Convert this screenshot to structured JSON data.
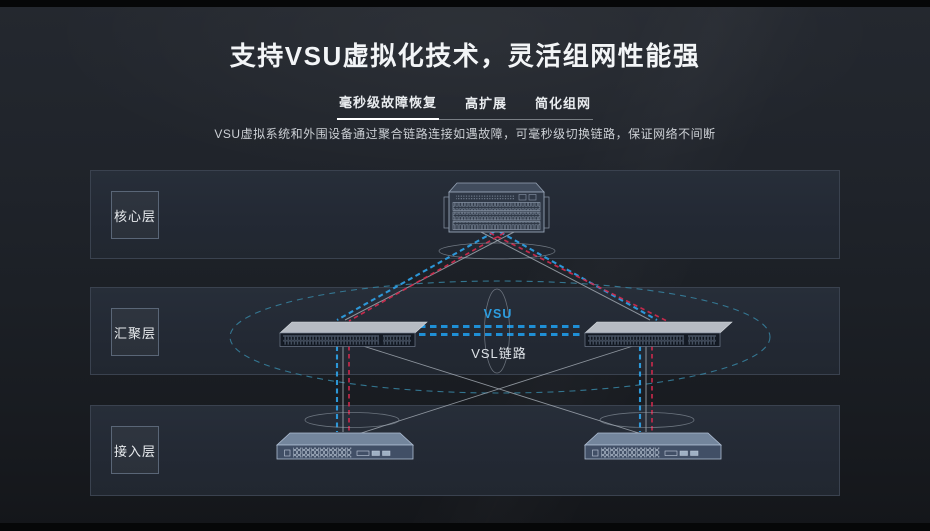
{
  "header": {
    "title": "支持VSU虚拟化技术，灵活组网性能强",
    "tabs": [
      {
        "label": "毫秒级故障恢复",
        "active": true
      },
      {
        "label": "高扩展",
        "active": false
      },
      {
        "label": "简化组网",
        "active": false
      }
    ],
    "description": "VSU虚拟系统和外围设备通过聚合链路连接如遇故障，可毫秒级切换链路，保证网络不间断"
  },
  "diagram": {
    "layers": [
      {
        "label": "核心层",
        "devices": [
          "core-chassis-switch"
        ]
      },
      {
        "label": "汇聚层",
        "devices": [
          "aggregation-switch-left",
          "aggregation-switch-right"
        ]
      },
      {
        "label": "接入层",
        "devices": [
          "access-switch-left",
          "access-switch-right"
        ]
      }
    ],
    "vsu_label": "VSU",
    "vsl_label": "VSL链路",
    "colors": {
      "link_blue": "#2d9de0",
      "link_red": "#d42a4e",
      "link_gray": "#9aa3ad",
      "vsl_blue": "#1f8fd6",
      "group_ellipse_teal": "#36809c"
    }
  }
}
